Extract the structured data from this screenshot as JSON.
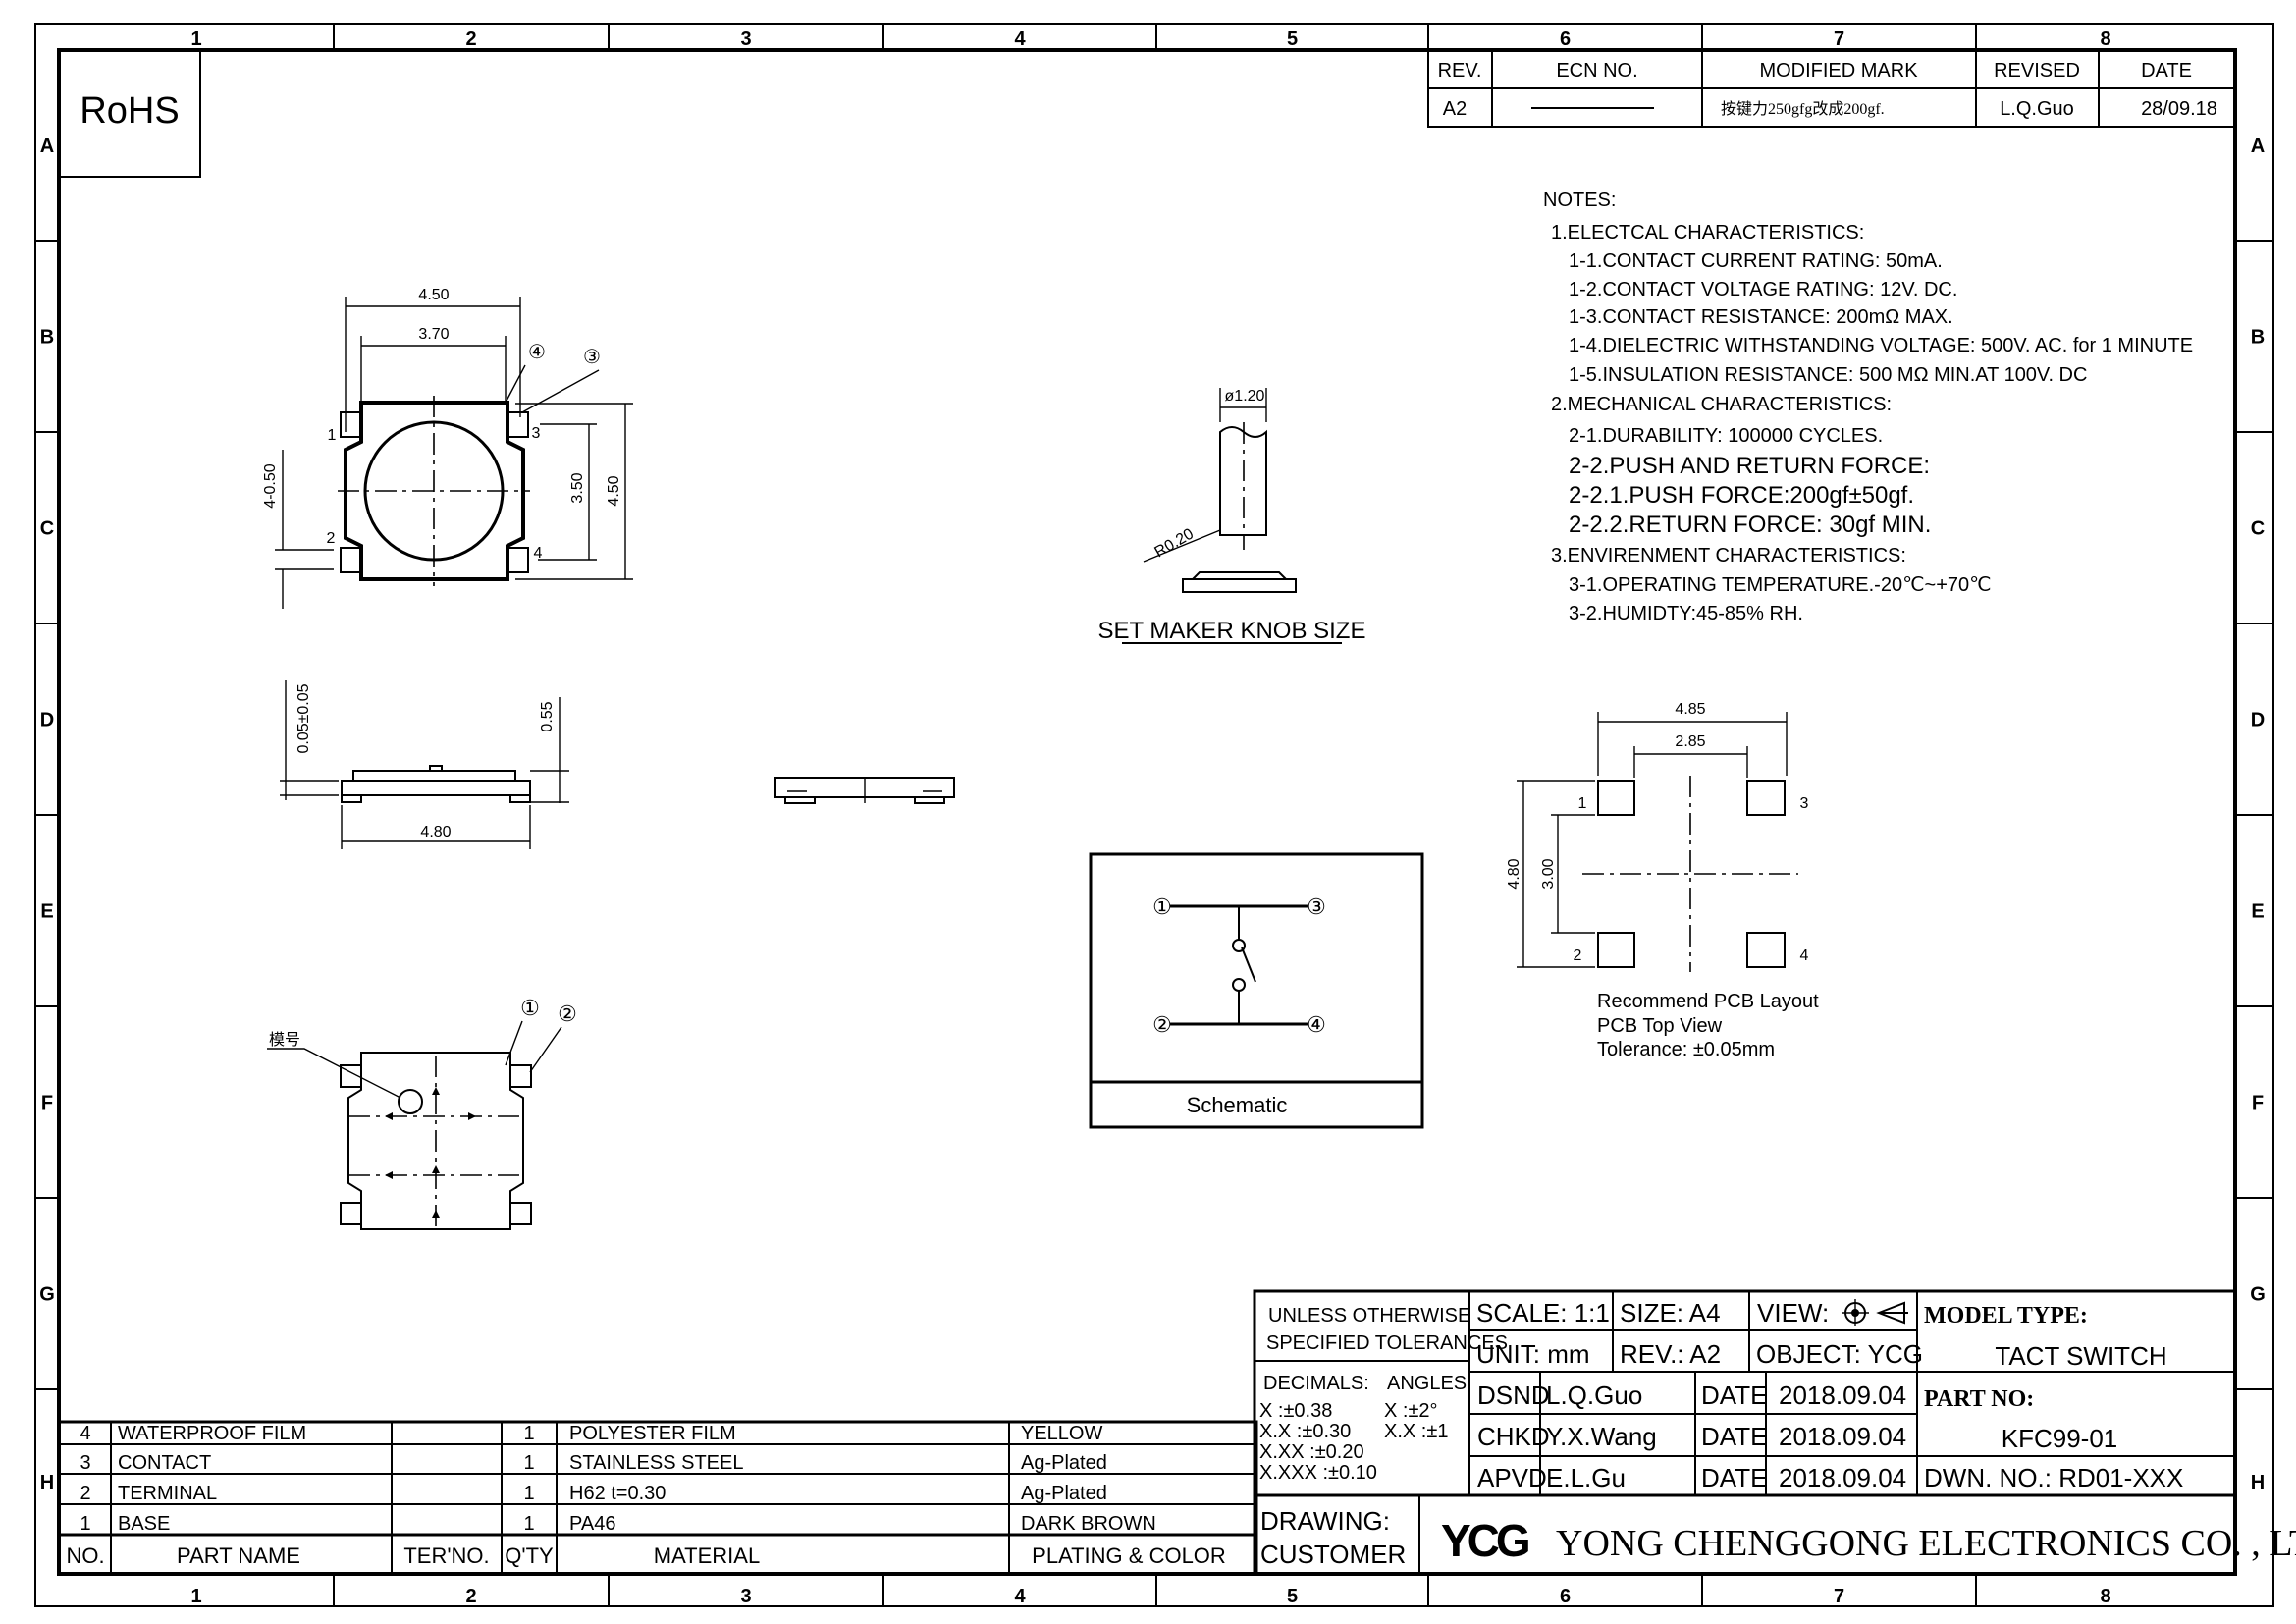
{
  "grid": {
    "columns": [
      "1",
      "2",
      "3",
      "4",
      "5",
      "6",
      "7",
      "8"
    ],
    "rows": [
      "A",
      "B",
      "C",
      "D",
      "E",
      "F",
      "G",
      "H"
    ]
  },
  "header": {
    "rohs": "RoHS"
  },
  "revision_table": {
    "headers": {
      "rev": "REV.",
      "ecn": "ECN NO.",
      "modified": "MODIFIED MARK",
      "revised": "REVISED",
      "date": "DATE"
    },
    "row": {
      "rev": "A2",
      "modified": "按键力250gfg改成200gf.",
      "revised": "L.Q.Guo",
      "date": "28/09.18"
    }
  },
  "notes": {
    "title": "NOTES:",
    "lines": [
      "1.ELECTCAL  CHARACTERISTICS:",
      "1-1.CONTACT  CURRENT  RATING:   50mA.",
      "1-2.CONTACT  VOLTAGE  RATING:  12V.  DC.",
      "1-3.CONTACT  RESISTANCE:  200mΩ  MAX.",
      "1-4.DIELECTRIC  WITHSTANDING  VOLTAGE:  500V.  AC.  for  1  MINUTE",
      "1-5.INSULATION  RESISTANCE:  500  MΩ  MIN.AT  100V.  DC",
      "2.MECHANICAL  CHARACTERISTICS:",
      "2-1.DURABILITY:  100000  CYCLES.",
      "2-2.PUSH  AND  RETURN  FORCE:",
      "2-2.1.PUSH  FORCE:200gf±50gf.",
      "2-2.2.RETURN  FORCE:  30gf  MIN.",
      "3.ENVIRENMENT  CHARACTERISTICS:",
      "3-1.OPERATING  TEMPERATURE.-20℃~+70℃",
      "3-2.HUMIDTY:45-85%  RH."
    ]
  },
  "top_view": {
    "dim_width_outer": "4.50",
    "dim_width_inner": "3.70",
    "dim_height_inner": "3.50",
    "dim_height_outer": "4.50",
    "dim_terminal": "4-0.50",
    "callout_4": "④",
    "callout_3": "③",
    "pin_1": "1",
    "pin_2": "2",
    "pin_3": "3",
    "pin_4": "4"
  },
  "knob": {
    "diameter": "ø1.20",
    "radius": "R0.20",
    "title": "SET  MAKER  KNOB  SIZE"
  },
  "side_view": {
    "dim_gap": "0.05±0.05",
    "dim_height": "0.55",
    "dim_length": "4.80"
  },
  "bottom_view": {
    "mold_no_label": "模号",
    "callout_1": "①",
    "callout_2": "②"
  },
  "schematic": {
    "title": "Schematic",
    "pins": [
      "①",
      "②",
      "③",
      "④"
    ]
  },
  "pcb_layout": {
    "dim_outer_width": "4.85",
    "dim_inner_width": "2.85",
    "dim_outer_height": "4.80",
    "dim_inner_height": "3.00",
    "pads": [
      "1",
      "2",
      "3",
      "4"
    ],
    "caption": [
      "Recommend  PCB  Layout",
      "PCB  Top  View",
      "Tolerance:  ±0.05mm"
    ]
  },
  "parts_list": {
    "headers": {
      "no": "NO.",
      "name": "PART NAME",
      "ter": "TER'NO.",
      "qty": "Q'TY",
      "material": "MATERIAL",
      "plating": "PLATING  &  COLOR"
    },
    "rows": [
      {
        "no": "4",
        "name": "WATERPROOF  FILM",
        "qty": "1",
        "material": "POLYESTER  FILM",
        "plating": "YELLOW"
      },
      {
        "no": "3",
        "name": "CONTACT",
        "qty": "1",
        "material": "STAINLESS  STEEL",
        "plating": "Ag-Plated"
      },
      {
        "no": "2",
        "name": "TERMINAL",
        "qty": "1",
        "material": "H62  t=0.30",
        "plating": "Ag-Plated"
      },
      {
        "no": "1",
        "name": "BASE",
        "qty": "1",
        "material": "PA46",
        "plating": "DARK  BROWN"
      }
    ]
  },
  "title_block": {
    "tolerance_title": [
      "UNLESS  OTHERWISE",
      "SPECIFIED  TOLERANCES"
    ],
    "decimals_label": "DECIMALS:",
    "angles_label": "ANGLES:",
    "decimals": [
      "X      :±0.38",
      "X.X    :±0.30",
      "X.XX  :±0.20",
      "X.XXX :±0.10"
    ],
    "angles": [
      "X   :±2°",
      "X.X :±1"
    ],
    "scale": "SCALE:  1:1",
    "size": "SIZE:  A4",
    "view": "VIEW:",
    "unit": "UNIT:  mm",
    "rev": "REV.:  A2",
    "object": "OBJECT:  YCG",
    "model_type_label": "MODEL TYPE:",
    "model_type": "TACT  SWITCH",
    "part_no_label": "PART NO:",
    "part_no": "KFC99-01",
    "dwn_no": "DWN.  NO.:  RD01-XXX",
    "signoffs": [
      {
        "role": "DSND",
        "name": "L.Q.Guo",
        "date_label": "DATE",
        "date": "2018.09.04"
      },
      {
        "role": "CHKD",
        "name": "Y.X.Wang",
        "date_label": "DATE",
        "date": "2018.09.04"
      },
      {
        "role": "APVD",
        "name": "E.L.Gu",
        "date_label": "DATE",
        "date": "2018.09.04"
      }
    ],
    "drawing_label": "DRAWING:",
    "customer_label": "CUSTOMER",
    "logo": "YCG",
    "company": "YONG  CHENGGONG  ELECTRONICS  CO. , LTD."
  }
}
